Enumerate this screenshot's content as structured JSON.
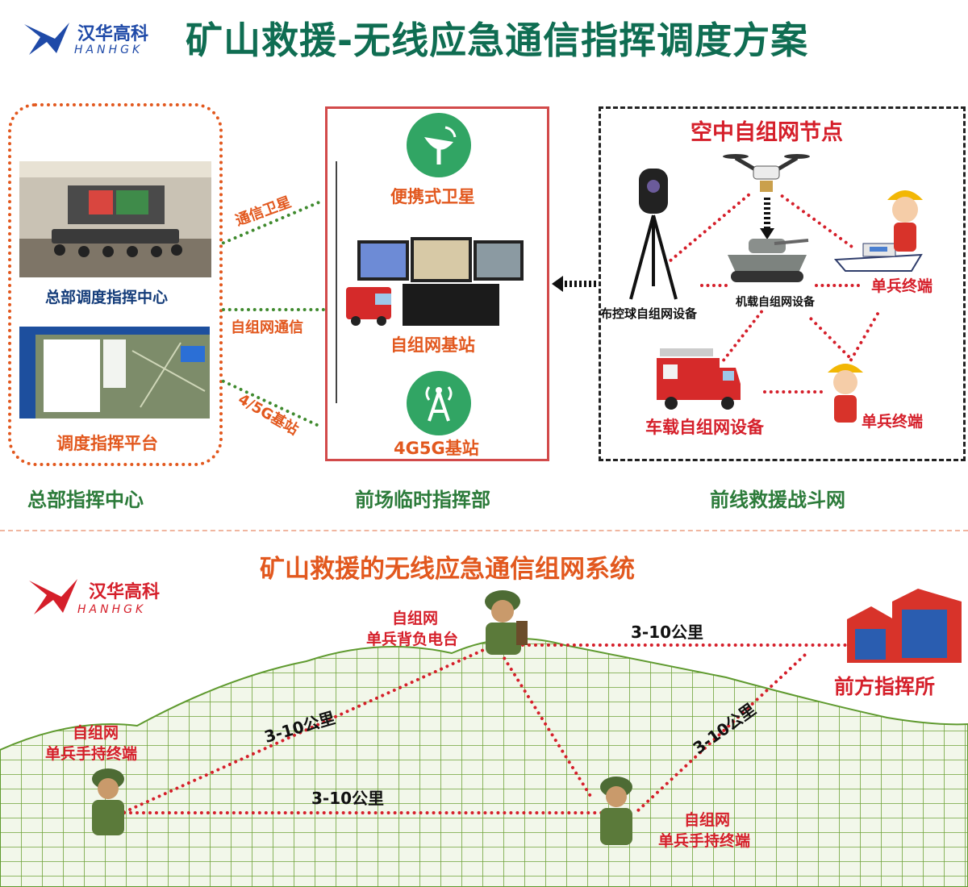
{
  "header": {
    "logo_cn": "汉华高科",
    "logo_en": "HANHGK",
    "title": "矿山救援-无线应急通信指挥调度方案"
  },
  "left_panel": {
    "room_label": "总部调度指挥中心",
    "platform_label": "调度指挥平台",
    "section_title": "总部指挥中心"
  },
  "links": {
    "satellite": "通信卫星",
    "adhoc": "自组网通信",
    "cellular": "4/5G基站"
  },
  "middle_panel": {
    "satellite_label": "便携式卫星",
    "base_station_label": "自组网基站",
    "cellular_label": "4G5G基站",
    "section_title": "前场临时指挥部"
  },
  "right_panel": {
    "title": "空中自组网节点",
    "ptz_label": "布控球自组网设备",
    "vehicle_label": "机载自组网设备",
    "soldier_top_label": "单兵终端",
    "truck_label": "车载自组网设备",
    "soldier_bottom_label": "单兵终端",
    "section_title": "前线救援战斗网"
  },
  "bottom": {
    "title": "矿山救援的无线应急通信组网系统",
    "logo_cn": "汉华高科",
    "logo_en": "HANHGK",
    "top_radio_line1": "自组网",
    "top_radio_line2": "单兵背负电台",
    "left_line1": "自组网",
    "left_line2": "单兵手持终端",
    "right_line1": "自组网",
    "right_line2": "单兵手持终端",
    "command_post": "前方指挥所",
    "km_top": "3-10公里",
    "km_left": "3-10公里",
    "km_bottom": "3-10公里",
    "km_right": "3-10公里"
  },
  "colors": {
    "title_green": "#0f6d52",
    "accent_orange": "#e2581e",
    "accent_red": "#d51f2a",
    "brand_blue": "#1f4aa8",
    "mesh_green": "#6fa33a"
  }
}
